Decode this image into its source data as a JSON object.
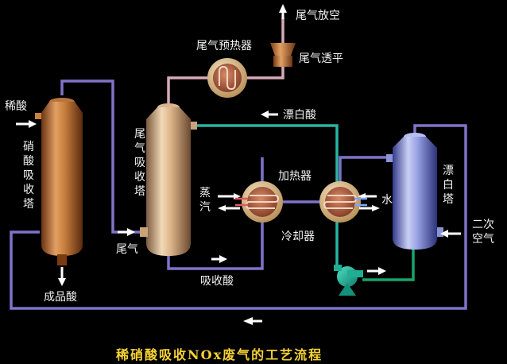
{
  "title": "稀硝酸吸收NOx废气的工艺流程",
  "equipment": {
    "nitric_tower": "硝酸吸收塔",
    "tail_gas_tower": "尾气吸收塔",
    "bleach_tower": "漂白塔",
    "preheater": "尾气预热器",
    "expander": "尾气透平",
    "heater": "加热器",
    "cooler": "冷却器"
  },
  "streams": {
    "dilute_acid": "稀酸",
    "product_acid": "成品酸",
    "tail_gas": "尾气",
    "tail_vent": "尾气放空",
    "bleach_acid": "漂白酸",
    "absorb_acid": "吸收酸",
    "steam": "蒸汽",
    "water": "水",
    "secondary_air": "二次空气"
  },
  "colors": {
    "pipe_purple": "#7e74c8",
    "pipe_pink": "#d8a9b8",
    "pipe_teal": "#2bb4a2",
    "pipe_green": "#1aa36b",
    "arrow": "#ffffff",
    "title": "#f6d234"
  }
}
